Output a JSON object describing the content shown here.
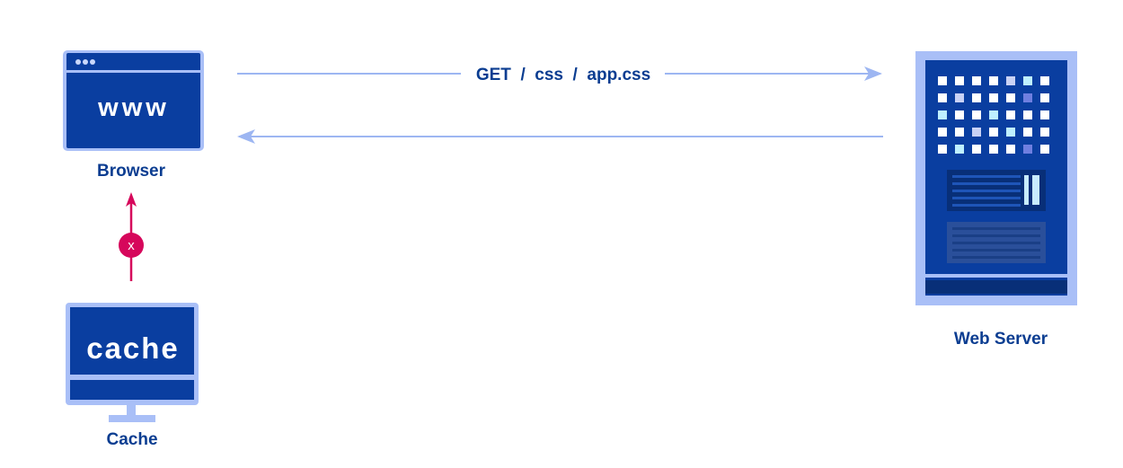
{
  "browser": {
    "screen_text": "www",
    "label": "Browser"
  },
  "cache": {
    "screen_text": "cache",
    "label": "Cache"
  },
  "server": {
    "label": "Web Server"
  },
  "request": {
    "label": "GET  /  css  /  app.css"
  },
  "blocked_marker": {
    "symbol": "x"
  },
  "colors": {
    "primary": "#0a3ea0",
    "frame": "#a9bff7",
    "arrow": "#9db6f2",
    "blocked": "#d6075b",
    "label": "#0b3d91"
  }
}
